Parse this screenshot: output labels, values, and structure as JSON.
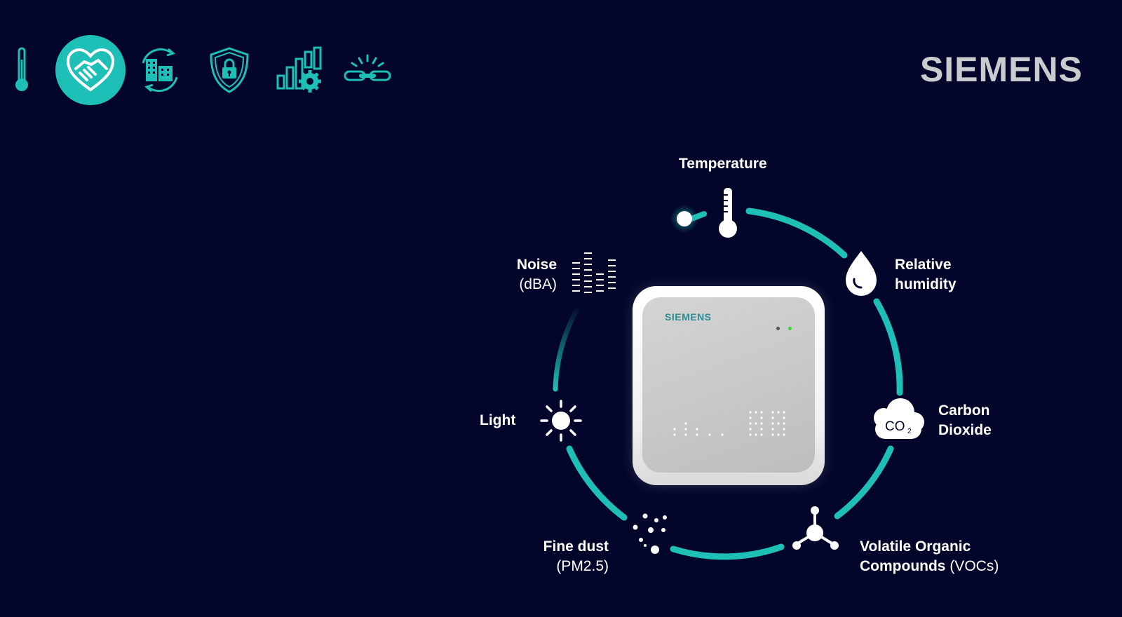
{
  "header": {
    "brand": "SIEMENS",
    "icons": [
      {
        "name": "thermometer-icon",
        "active": false
      },
      {
        "name": "handshake-icon",
        "active": true
      },
      {
        "name": "building-cycle-icon",
        "active": false
      },
      {
        "name": "shield-lock-icon",
        "active": false
      },
      {
        "name": "chart-gear-icon",
        "active": false
      },
      {
        "name": "chain-link-icon",
        "active": false
      }
    ]
  },
  "device": {
    "brand": "SIEMENS"
  },
  "sensors": {
    "temperature": {
      "label": "Temperature",
      "icon": "thermometer-icon"
    },
    "humidity": {
      "line1": "Relative",
      "line2": "humidity",
      "icon": "water-drop-icon"
    },
    "co2": {
      "line1": "Carbon",
      "line2": "Dioxide",
      "icon": "co2-cloud-icon",
      "icon_text": "CO",
      "icon_sub": "2"
    },
    "voc": {
      "line1": "Volatile Organic",
      "line2_bold": "Compounds",
      "line2_regular": " (VOCs)",
      "icon": "molecule-icon"
    },
    "dust": {
      "line1": "Fine dust",
      "line2": "(PM2.5)",
      "icon": "particles-icon"
    },
    "light": {
      "label": "Light",
      "icon": "sun-icon"
    },
    "noise": {
      "line1": "Noise",
      "line2": "(dBA)",
      "icon": "equalizer-icon"
    }
  },
  "colors": {
    "background": "#03062a",
    "accent": "#1ebfb6",
    "brand_gray": "#c9cbcf"
  }
}
